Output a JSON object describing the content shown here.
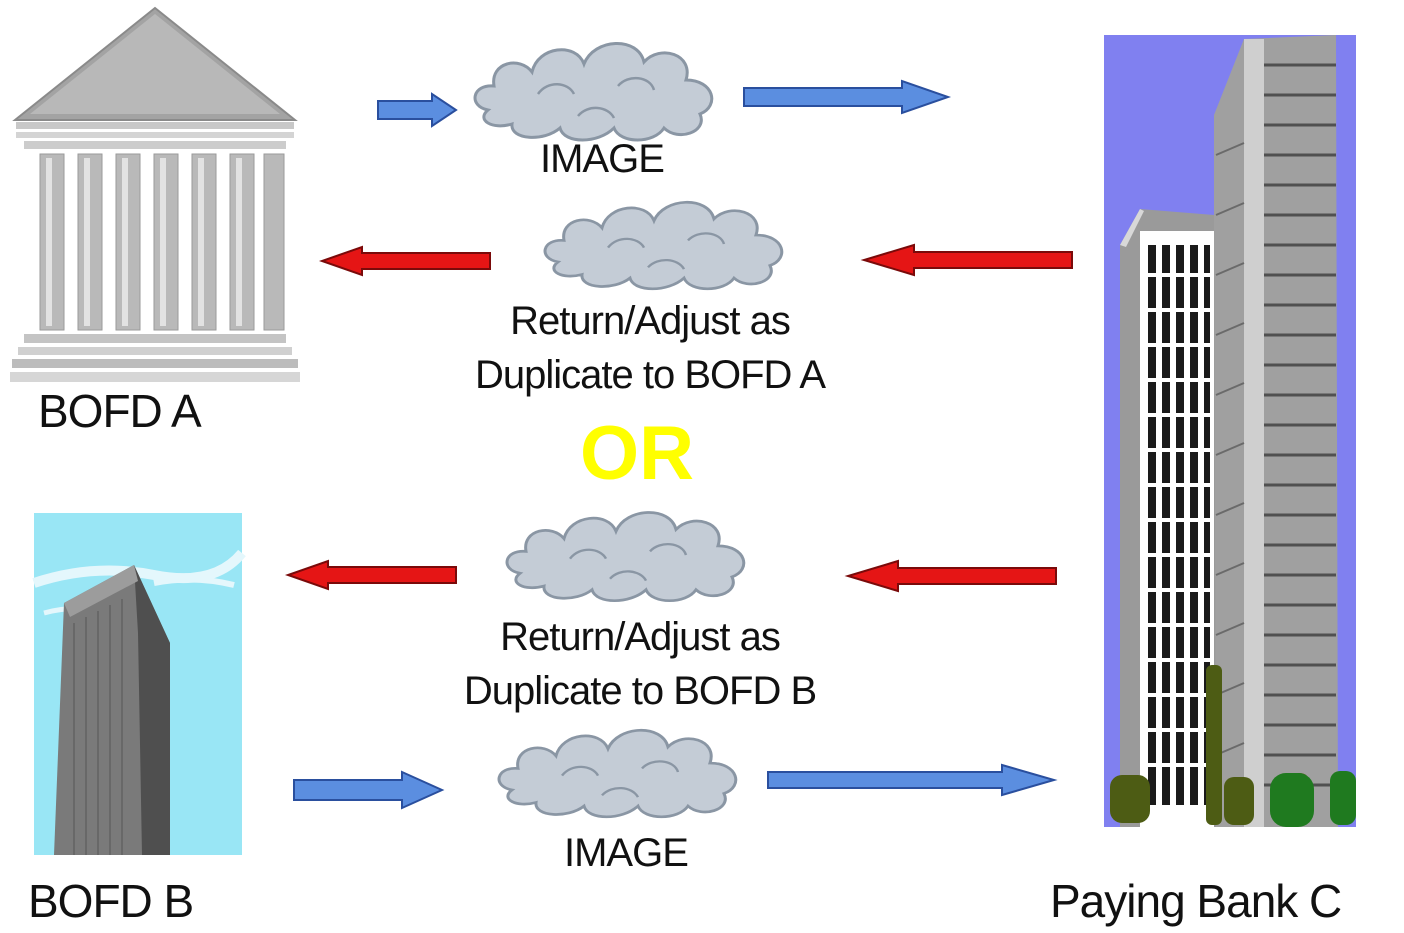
{
  "diagram": {
    "bofd_a": {
      "label": "BOFD A",
      "icon": "bank-building-icon"
    },
    "bofd_b": {
      "label": "BOFD B",
      "icon": "office-tower-icon"
    },
    "paying_bank": {
      "label": "Paying Bank C",
      "icon": "skyscraper-icon"
    },
    "flow_a_image": {
      "label": "IMAGE"
    },
    "flow_a_return": {
      "line1": "Return/Adjust as",
      "line2": "Duplicate to BOFD A"
    },
    "flow_b_return": {
      "line1": "Return/Adjust as",
      "line2": "Duplicate to BOFD B"
    },
    "flow_b_image": {
      "label": "IMAGE"
    },
    "separator": "OR"
  },
  "colors": {
    "forward_arrow": "#5b8ee0",
    "return_arrow": "#e51515",
    "cloud": "#c4ccd6",
    "or_text": "#ffff00",
    "paying_bank_bg": "#8080f0",
    "bofd_b_bg": "#99e6f5"
  }
}
